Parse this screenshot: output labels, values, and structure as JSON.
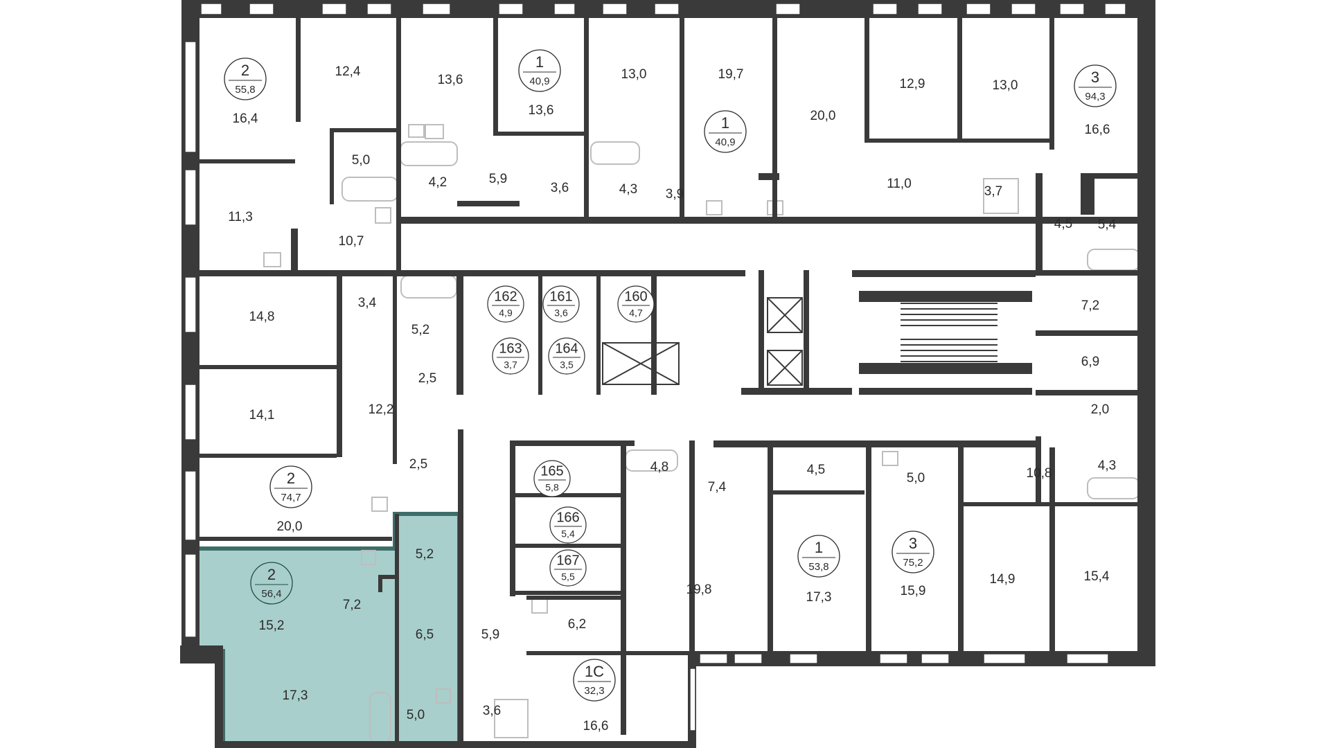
{
  "colors": {
    "wall": "#3a3a3a",
    "selected_fill": "#a8cfcc",
    "selected_outline": "#3e6e69",
    "fixture": "#bdbdbd"
  },
  "apartments": [
    {
      "id": "a1",
      "rooms": "2",
      "area": "55,8"
    },
    {
      "id": "a2",
      "rooms": "1",
      "area": "40,9"
    },
    {
      "id": "a3",
      "rooms": "1",
      "area": "40,9"
    },
    {
      "id": "a4",
      "rooms": "3",
      "area": "94,3"
    },
    {
      "id": "a5",
      "rooms": "2",
      "area": "74,7"
    },
    {
      "id": "a6",
      "rooms": "2",
      "area": "56,4",
      "selected": true
    },
    {
      "id": "a7",
      "rooms": "1",
      "area": "53,8"
    },
    {
      "id": "a8",
      "rooms": "3",
      "area": "75,2"
    },
    {
      "id": "a9",
      "rooms": "1С",
      "area": "32,3"
    }
  ],
  "storage_units": [
    {
      "id": "162",
      "area": "4,9"
    },
    {
      "id": "161",
      "area": "3,6"
    },
    {
      "id": "160",
      "area": "4,7"
    },
    {
      "id": "163",
      "area": "3,7"
    },
    {
      "id": "164",
      "area": "3,5"
    },
    {
      "id": "165",
      "area": "5,8"
    },
    {
      "id": "166",
      "area": "5,4"
    },
    {
      "id": "167",
      "area": "5,5"
    }
  ],
  "room_areas": [
    "12,4",
    "16,4",
    "13,6",
    "13,6",
    "13,0",
    "19,7",
    "20,0",
    "12,9",
    "13,0",
    "16,6",
    "5,0",
    "4,2",
    "5,9",
    "3,6",
    "4,3",
    "3,9",
    "11,0",
    "3,7",
    "11,3",
    "10,7",
    "4,5",
    "5,4",
    "14,8",
    "3,4",
    "5,2",
    "7,2",
    "2,5",
    "6,9",
    "14,1",
    "12,2",
    "2,0",
    "2,5",
    "4,8",
    "4,5",
    "5,0",
    "10,8",
    "7,4",
    "4,3",
    "20,0",
    "5,2",
    "15,2",
    "7,2",
    "19,8",
    "17,3",
    "15,9",
    "14,9",
    "15,4",
    "6,5",
    "5,9",
    "6,2",
    "17,3",
    "5,0",
    "3,6",
    "16,6"
  ]
}
